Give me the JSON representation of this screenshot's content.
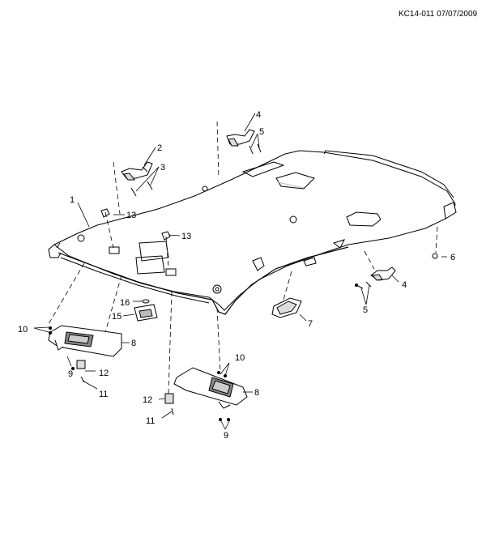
{
  "header": {
    "code": "KC14-011 07/07/2009"
  },
  "callouts": {
    "c1": "1",
    "c2": "2",
    "c3": "3",
    "c4": "4",
    "c5": "5",
    "c6": "6",
    "c7": "7",
    "c8": "8",
    "c9": "9",
    "c10": "10",
    "c11": "11",
    "c12": "12",
    "c13": "13",
    "c15": "15",
    "c16": "16"
  }
}
